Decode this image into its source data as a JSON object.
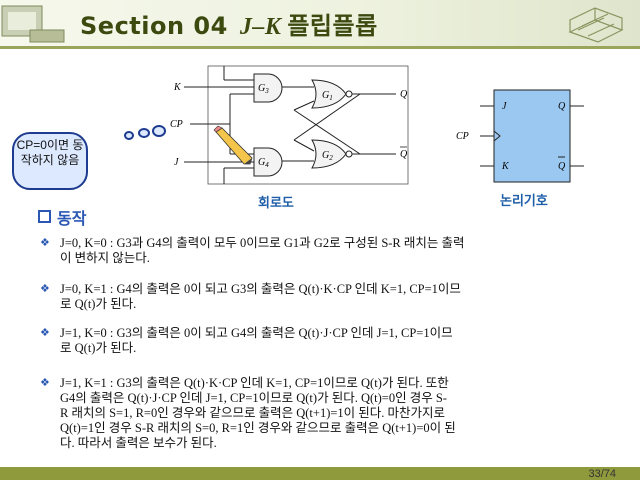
{
  "header": {
    "section": "Section 04",
    "subtitle": "J–K",
    "title_korean": "플립플롭"
  },
  "callout": {
    "text": "CP=0이면 동작하지 않음"
  },
  "circuit": {
    "input_labels": {
      "k": "K",
      "cp": "CP",
      "j": "J"
    },
    "gate_labels": {
      "g3": "G",
      "g3_sub": "3",
      "g4": "G",
      "g4_sub": "4",
      "g1": "G",
      "g1_sub": "1",
      "g2": "G",
      "g2_sub": "2"
    },
    "output_labels": {
      "q": "Q",
      "qbar": "Q"
    },
    "caption": "회로도"
  },
  "symbol": {
    "pins": {
      "j": "J",
      "cp": "CP",
      "k": "K",
      "q": "Q",
      "qbar": "Q"
    },
    "caption": "논리기호"
  },
  "section": {
    "heading": "동작"
  },
  "items": [
    {
      "line1": "J=0, K=0 : G3과 G4의 출력이 모두 0이므로 G1과 G2로 구성된 S-R 래치는 출력",
      "line2": "이 변하지 않는다."
    },
    {
      "line1": "J=0, K=1 : G4의 출력은 0이 되고 G3의 출력은  Q(t)·K·CP 인데 K=1, CP=1이므",
      "line2": "로 Q(t)가 된다."
    },
    {
      "line1": "J=1, K=0 : G3의 출력은 0이 되고 G4의 출력은 Q(t)·J·CP 인데 J=1, CP=1이므",
      "line2": "로 Q(t)가 된다."
    },
    {
      "line1": "J=1, K=1 : G3의 출력은 Q(t)·K·CP 인데 K=1, CP=1이므로 Q(t)가 된다. 또한",
      "line2": "G4의 출력은 Q(t)·J·CP 인데 J=1, CP=1이므로 Q(t)가 된다. Q(t)=0인 경우 S-",
      "line3": "R 래치의 S=1, R=0인 경우와 같으므로 출력은 Q(t+1)=1이 된다. 마찬가지로",
      "line4": "Q(t)=1인 경우 S-R 래치의 S=0, R=1인 경우와 같으므로 출력은 Q(t+1)=0이 된",
      "line5": "다. 따라서 출력은 보수가 된다."
    }
  ],
  "footer": {
    "page": "33/74"
  }
}
